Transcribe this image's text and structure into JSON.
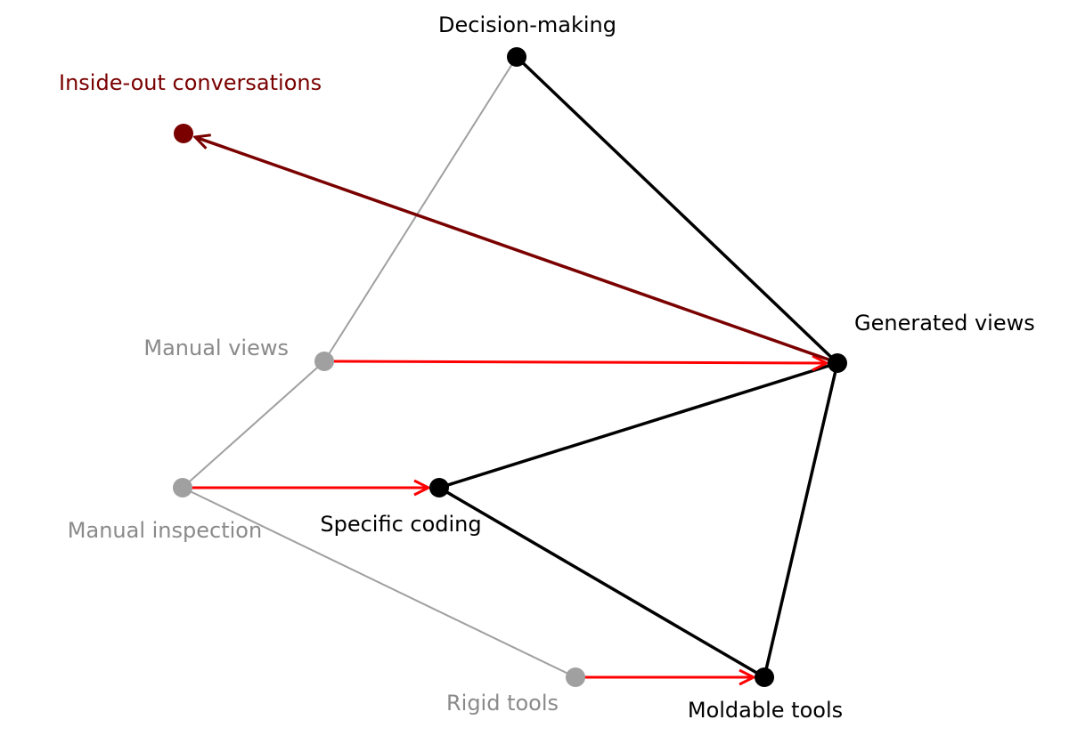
{
  "colors": {
    "black": "#000000",
    "gray": "#a0a0a0",
    "gray_text": "#8a8a8a",
    "red": "#ff0000",
    "dark_red": "#7a0000"
  },
  "nodes": {
    "decision_making": "Decision-making",
    "inside_out": "Inside-out conversations",
    "generated_views": "Generated views",
    "manual_views": "Manual views",
    "manual_inspection": "Manual inspection",
    "specific_coding": "Specific coding",
    "rigid_tools": "Rigid tools",
    "moldable_tools": "Moldable tools"
  }
}
